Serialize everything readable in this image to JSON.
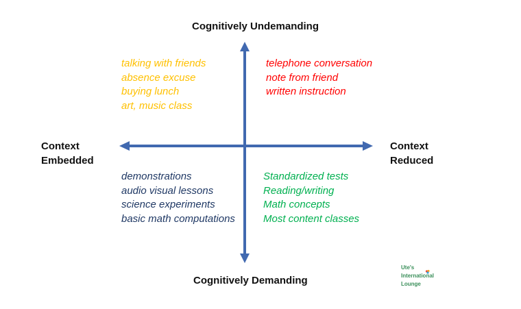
{
  "diagram": {
    "title_top": "Cognitively Undemanding",
    "title_bottom": "Cognitively Demanding",
    "label_left": [
      "Context",
      "Embedded"
    ],
    "label_right": [
      "Context",
      "Reduced"
    ],
    "quadrants": {
      "top_left": {
        "color": "#FFC000",
        "items": [
          "talking with friends",
          "absence excuse",
          "buying lunch",
          "art, music class"
        ]
      },
      "top_right": {
        "color": "#FF0000",
        "items": [
          "telephone conversation",
          "note from friend",
          "written instruction"
        ]
      },
      "bottom_left": {
        "color": "#1F3864",
        "items": [
          "demonstrations",
          "audio visual lessons",
          "science experiments",
          "basic math computations"
        ]
      },
      "bottom_right": {
        "color": "#00B050",
        "items": [
          "Standardized tests",
          "Reading/writing",
          "Math concepts",
          "Most content classes"
        ]
      }
    },
    "arrow_color": "#4169B0"
  },
  "logo": {
    "lines": [
      "Ute's",
      "International",
      "Lounge"
    ],
    "color": "#3a8f5a"
  }
}
